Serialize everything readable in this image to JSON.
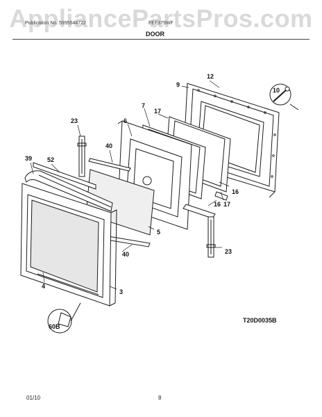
{
  "header": {
    "watermark": "AppliancePartsPros.com",
    "left_text": "Publication No. 5995544722",
    "right_text": "FEF379WF"
  },
  "section_title": "DOOR",
  "diagram_code": "T20D0035B",
  "callouts": [
    "12",
    "9",
    "10",
    "7",
    "17",
    "6",
    "23",
    "40",
    "52",
    "39",
    "16",
    "16",
    "17",
    "5",
    "40",
    "23",
    "4",
    "3",
    "60B"
  ],
  "footer": {
    "date": "01/10",
    "page": "8"
  },
  "colors": {
    "line": "#1a1a1a",
    "glass": "#e9e9e9"
  }
}
